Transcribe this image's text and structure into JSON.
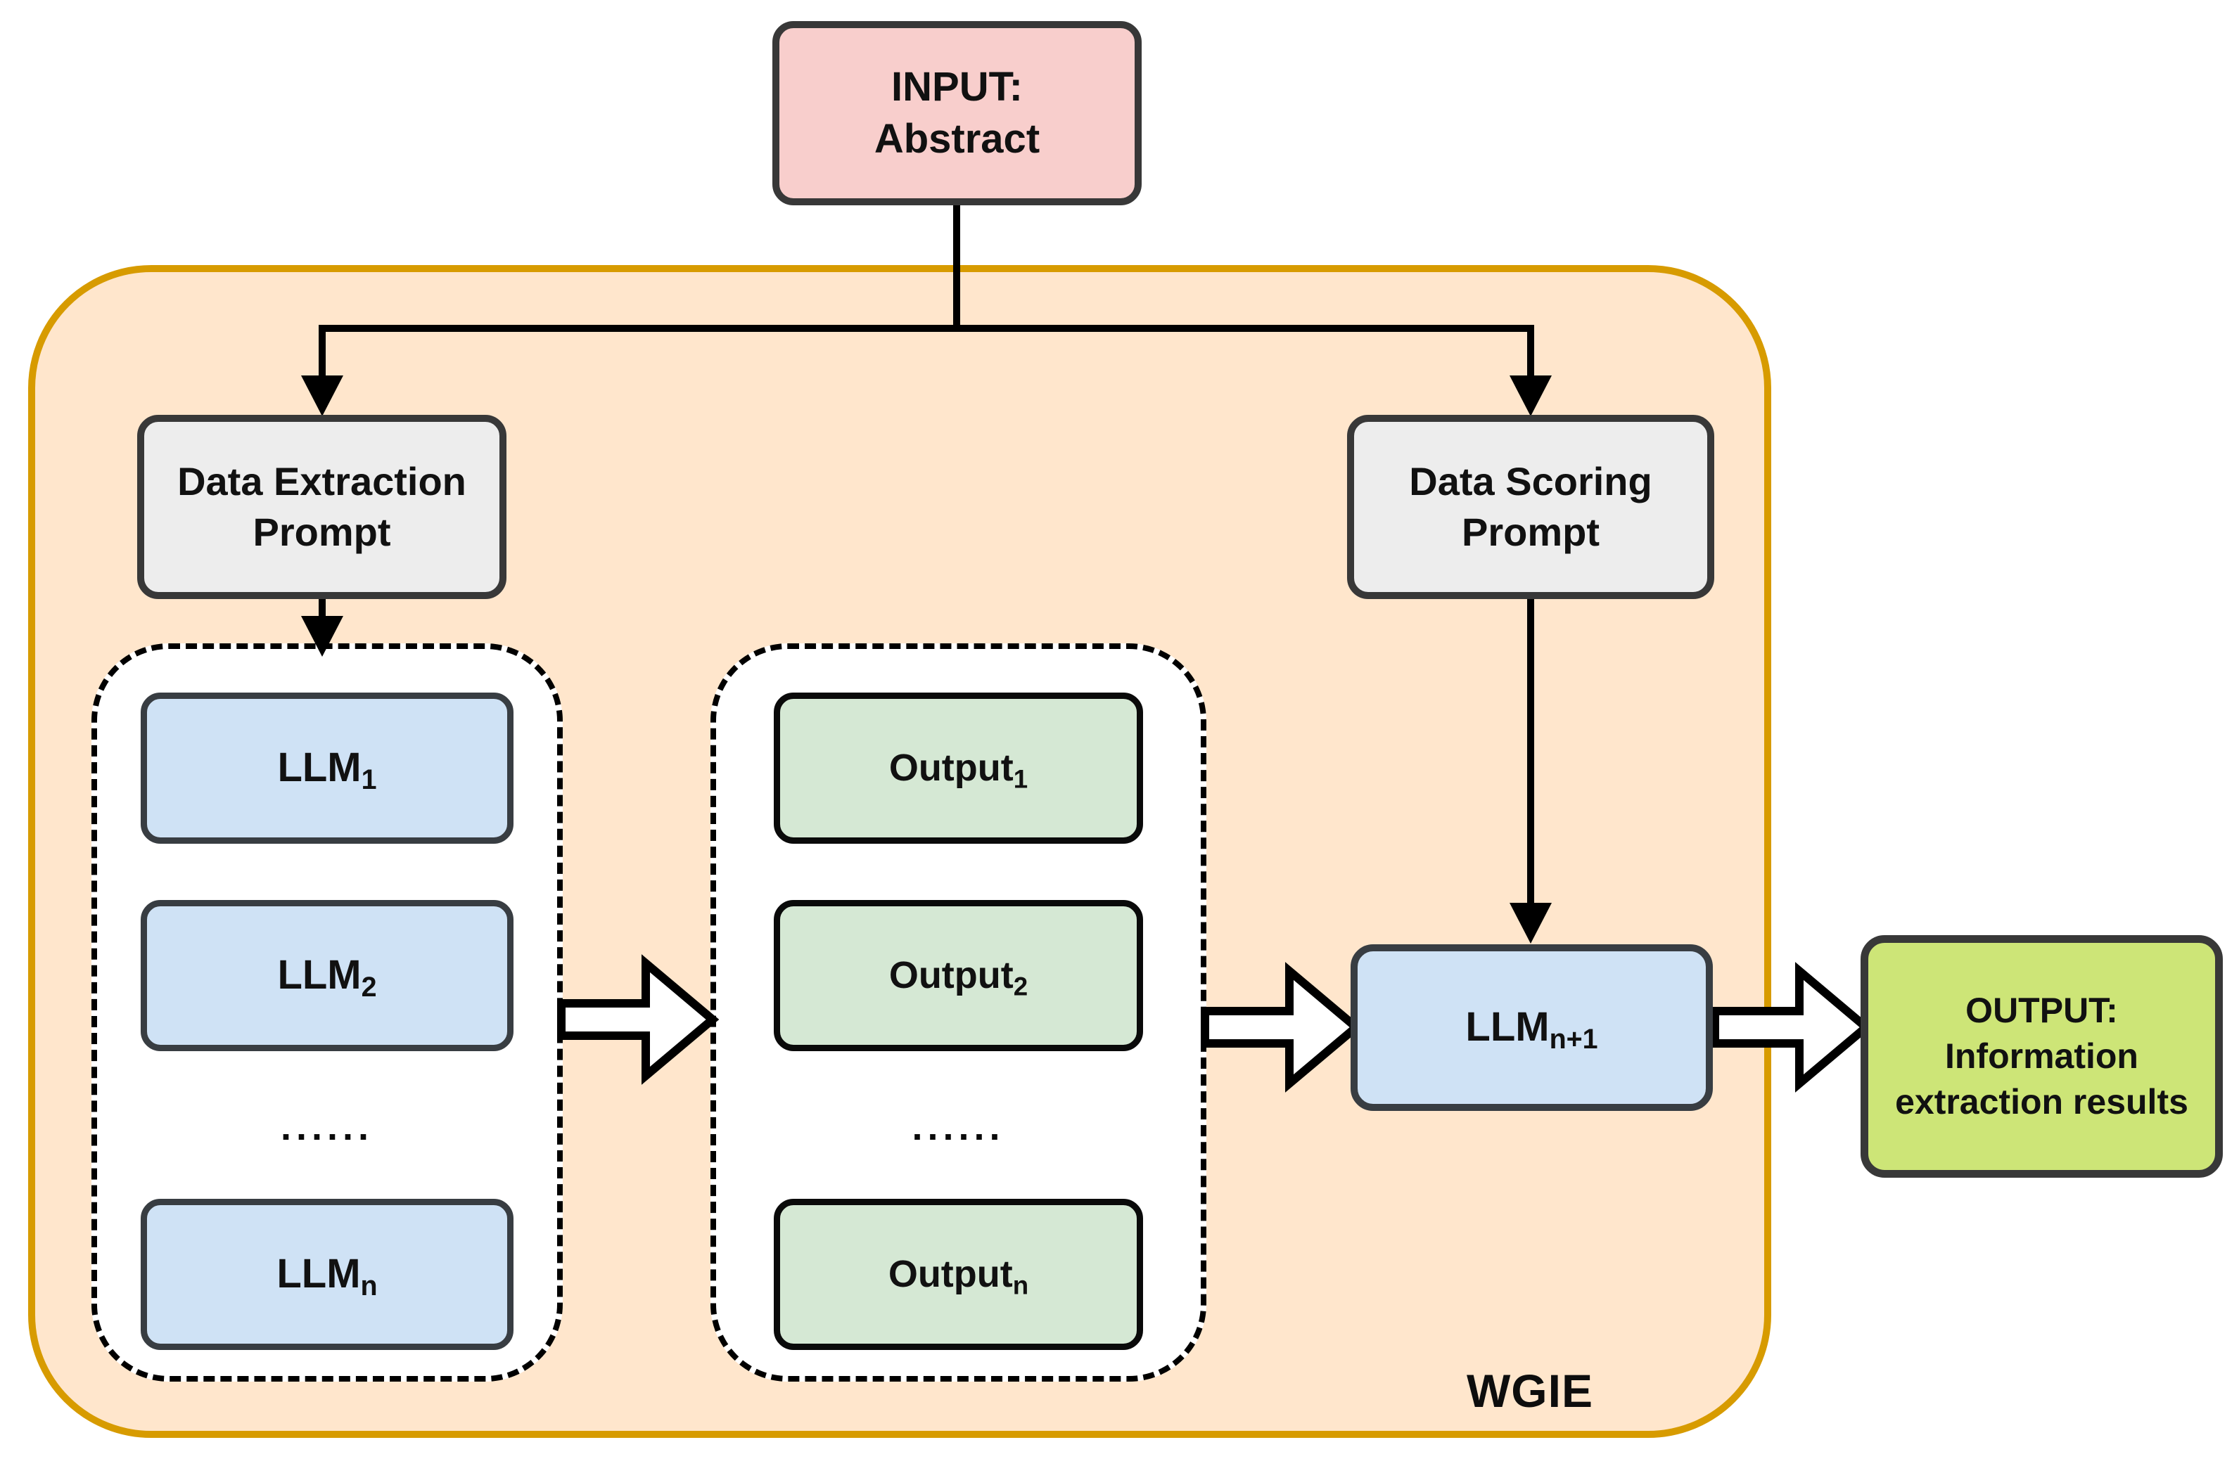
{
  "diagram": {
    "title_label": "WGIE",
    "input_box": {
      "line1": "INPUT:",
      "line2": "Abstract"
    },
    "prompts": {
      "extraction": {
        "line1": "Data Extraction",
        "line2": "Prompt"
      },
      "scoring": {
        "line1": "Data Scoring",
        "line2": "Prompt"
      }
    },
    "llm_group": {
      "items": [
        {
          "base": "LLM",
          "sub": "1"
        },
        {
          "base": "LLM",
          "sub": "2"
        },
        {
          "base": "LLM",
          "sub": "n"
        }
      ],
      "ellipsis": "......"
    },
    "output_group": {
      "items": [
        {
          "base": "Output",
          "sub": "1"
        },
        {
          "base": "Output",
          "sub": "2"
        },
        {
          "base": "Output",
          "sub": "n"
        }
      ],
      "ellipsis": "......"
    },
    "aggregator": {
      "base": "LLM",
      "sub": "n+1"
    },
    "final_output": {
      "line1": "OUTPUT:",
      "line2": "Information",
      "line3": "extraction results"
    },
    "colors": {
      "input_fill": "#f8cecc",
      "container_fill": "#ffe6cc",
      "container_border": "#d79b00",
      "prompt_fill": "#ededed",
      "llm_fill": "#cfe2f5",
      "output_item_fill": "#d5e8d4",
      "final_output_fill": "#cde577",
      "box_border": "#383838",
      "connector": "#000000"
    }
  }
}
